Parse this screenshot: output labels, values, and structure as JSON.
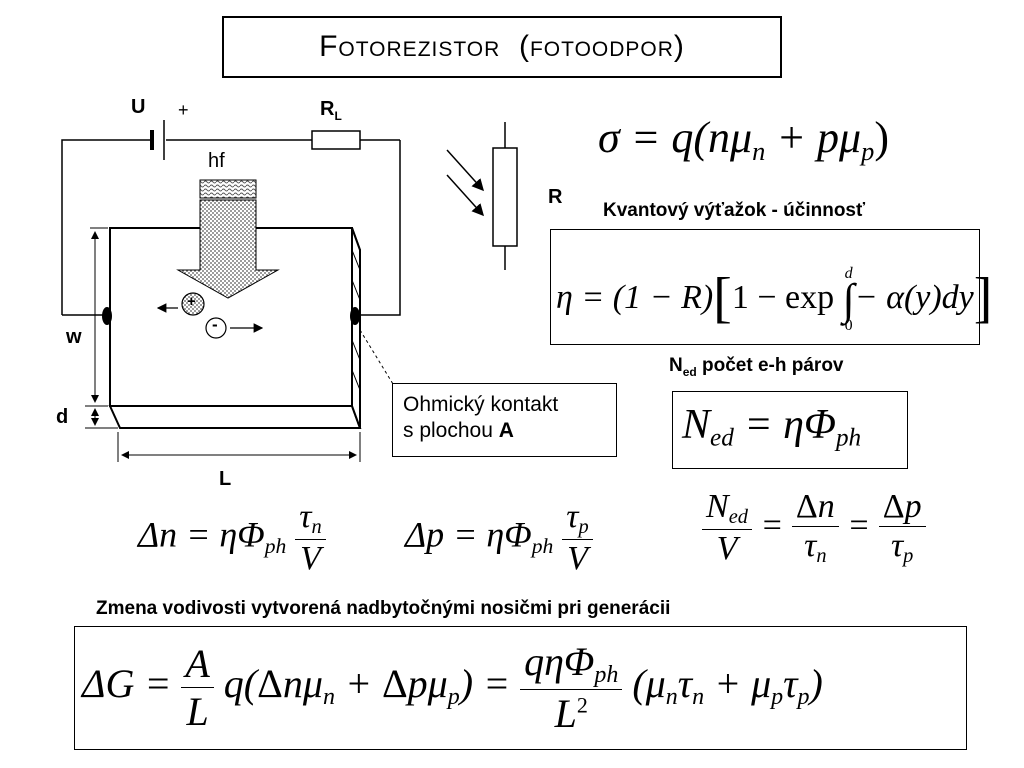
{
  "title": {
    "main": "Fotorezistor",
    "sub": "(fotoodpor)"
  },
  "circuit": {
    "source_label": "U",
    "plus_label": "+",
    "load_label": "R",
    "load_sub": "L",
    "light_label": "hf",
    "hole_symbol": "+",
    "electron_symbol": "-",
    "dim_w": "w",
    "dim_d": "d",
    "dim_L": "L",
    "resistor_symbol_label": "R"
  },
  "callout": {
    "line1": "Ohmický kontakt",
    "line2_prefix": "s plochou ",
    "line2_bold": "A"
  },
  "headings": {
    "quantum_yield": "Kvantový výťažok - účinnosť",
    "ned_prefix": "N",
    "ned_sub": "ed",
    "ned_rest": " počet e-h párov",
    "conductivity": "Zmena vodivosti vytvorená nadbytočnými nosičmi pri generácii"
  },
  "formulas": {
    "sigma": "σ = q(nμ",
    "eta": "η = (1 − R)",
    "ned": "N",
    "delta_n": "Δn = ηΦ",
    "delta_p": "Δp = ηΦ",
    "ratio": "N",
    "delta_g": "ΔG ="
  }
}
